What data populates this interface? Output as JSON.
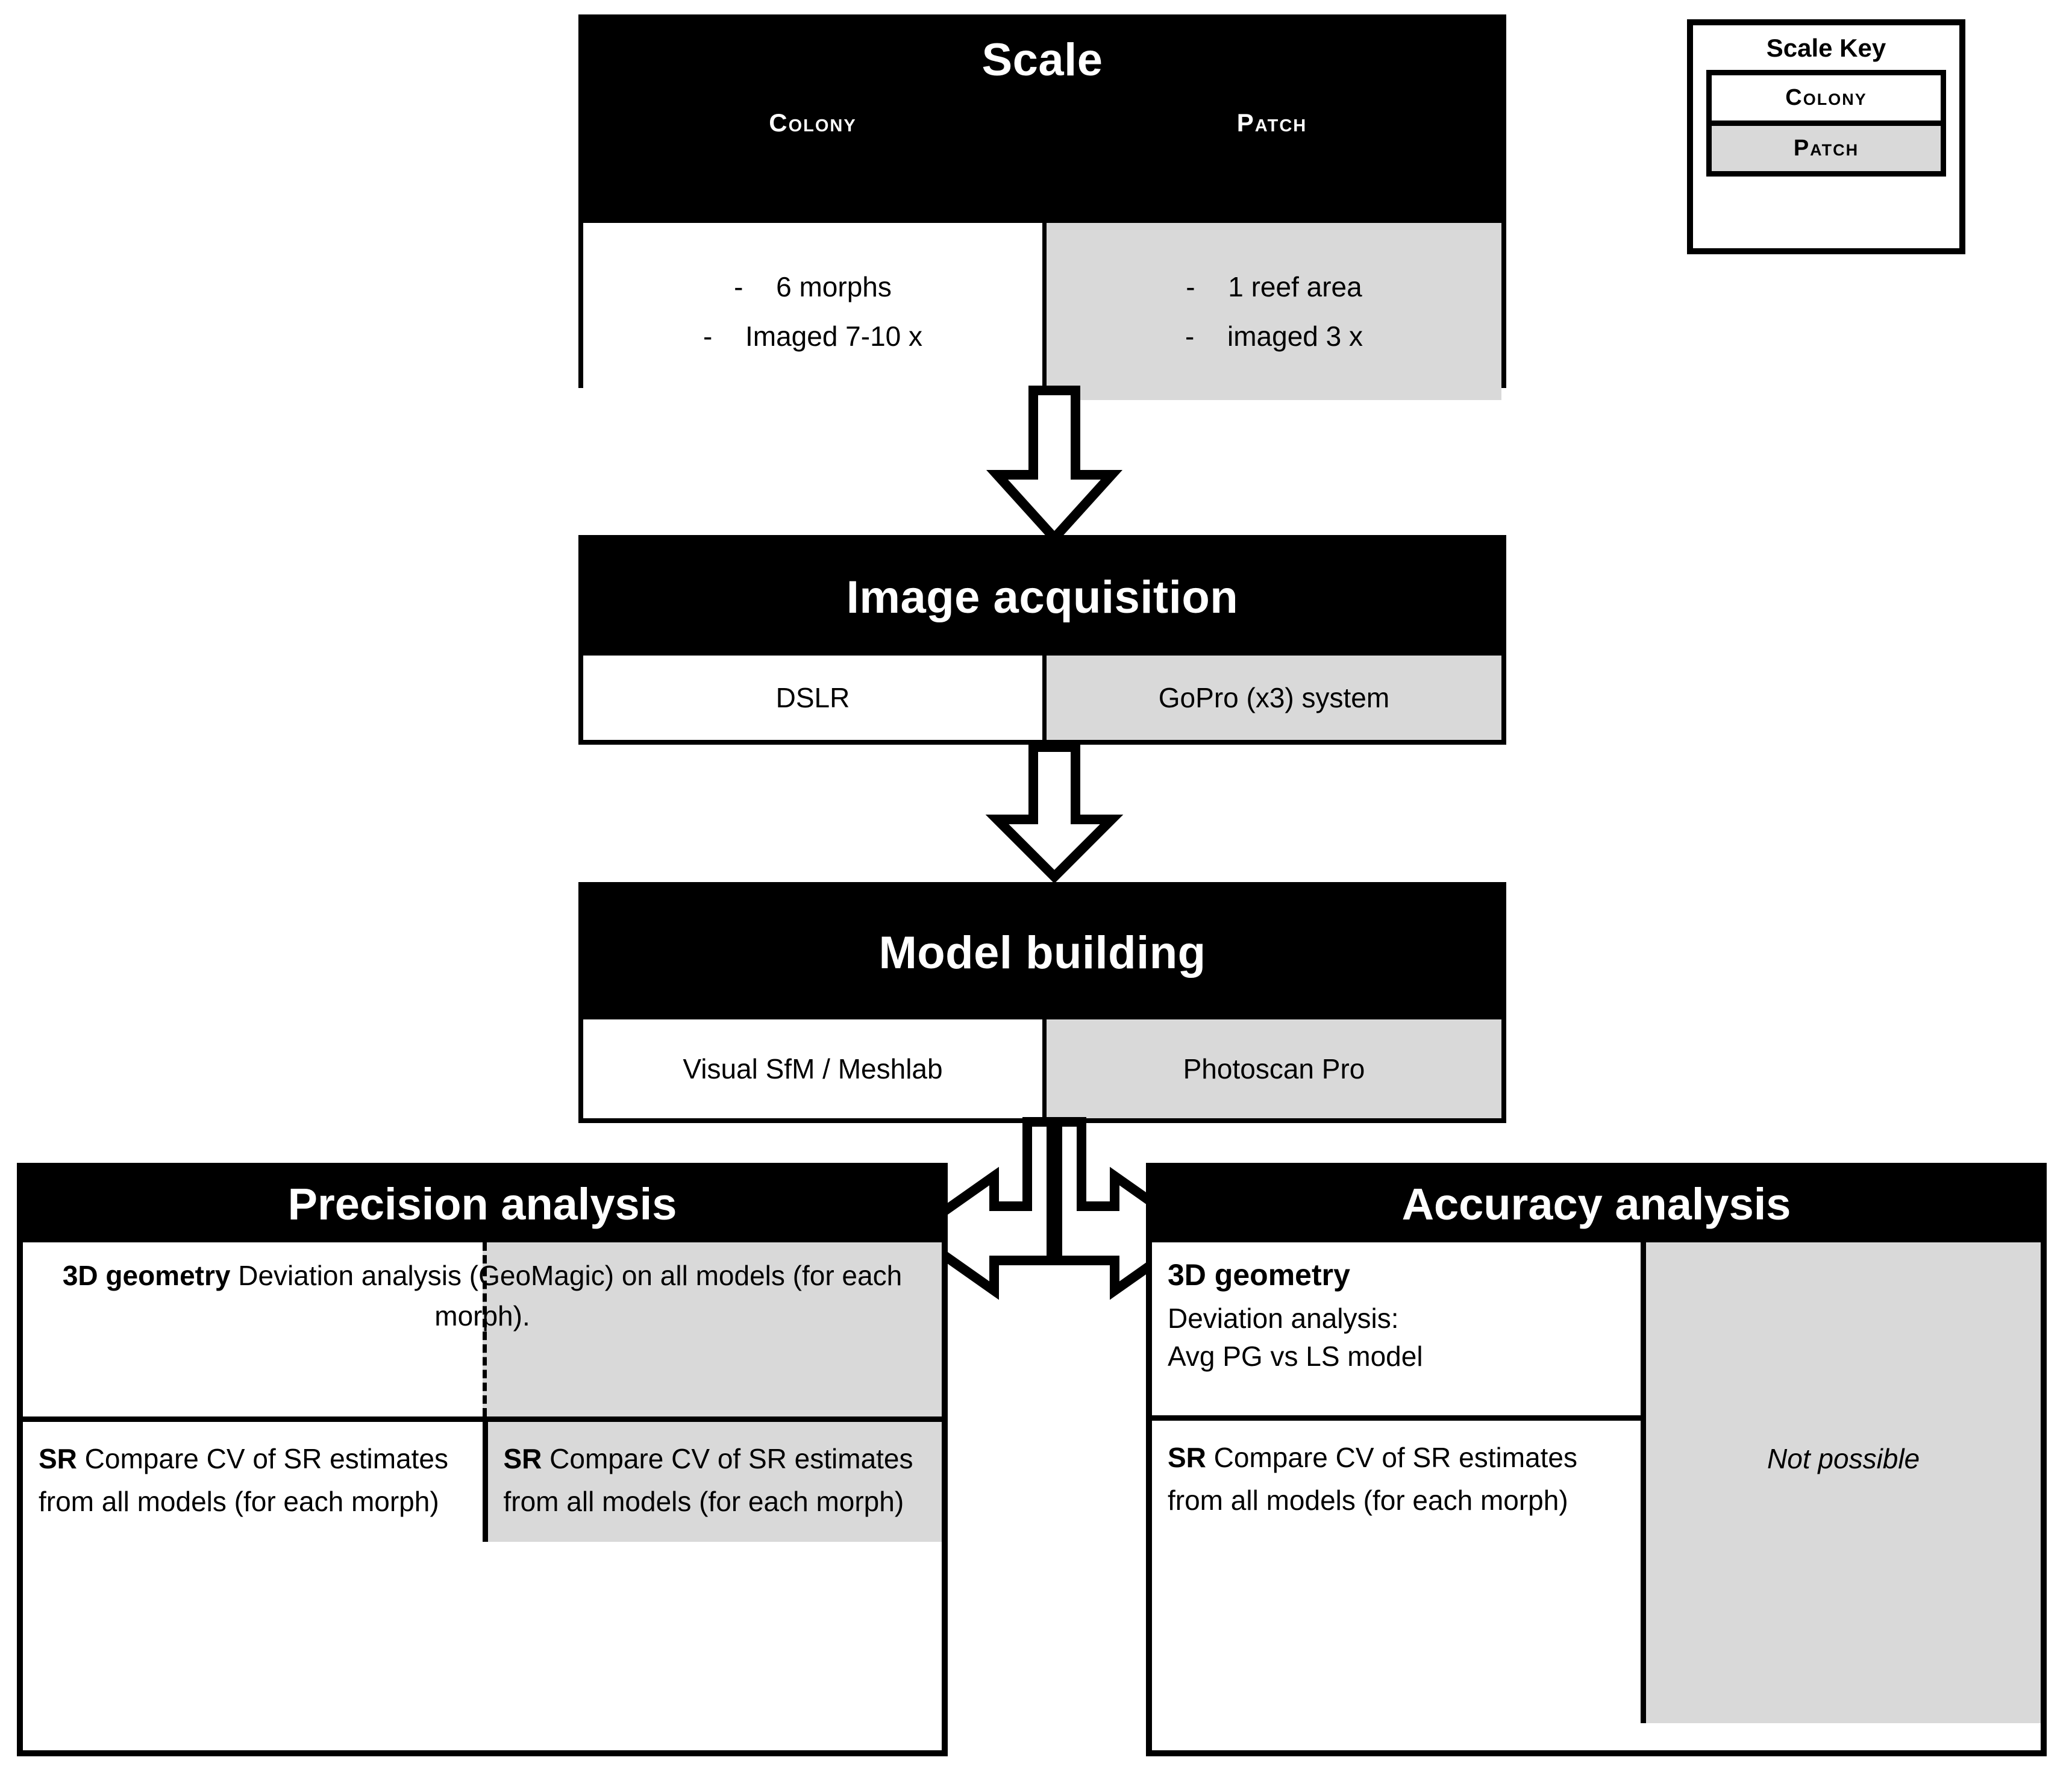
{
  "scale_key": {
    "title": "Scale Key",
    "items": [
      {
        "label": "Colony",
        "shade": "white"
      },
      {
        "label": "Patch",
        "shade": "gray"
      }
    ]
  },
  "flow": {
    "scale": {
      "title": "Scale",
      "col_headers": [
        "Colony",
        "Patch"
      ],
      "colony_bullets": [
        {
          "dash": "-",
          "text": "6 morphs"
        },
        {
          "dash": "-",
          "text": "Imaged 7-10 x"
        }
      ],
      "patch_bullets": [
        {
          "dash": "-",
          "text": "1 reef area"
        },
        {
          "dash": "-",
          "text": "imaged 3 x"
        }
      ]
    },
    "image_acquisition": {
      "title": "Image acquisition",
      "colony_value": "DSLR",
      "patch_value": "GoPro (x3) system"
    },
    "model_building": {
      "title": "Model building",
      "colony_value": "Visual SfM / Meshlab",
      "patch_value": "Photoscan Pro"
    }
  },
  "precision_analysis": {
    "title": "Precision analysis",
    "geometry": {
      "label": "3D geometry",
      "text": " Deviation analysis (GeoMagic) on all models (for each morph)."
    },
    "sr_colony": {
      "label": "SR",
      "text": " Compare CV of SR estimates from all models (for each morph)"
    },
    "sr_patch": {
      "label": "SR",
      "text": " Compare CV of SR estimates from all models (for each morph)"
    }
  },
  "accuracy_analysis": {
    "title": "Accuracy analysis",
    "geometry": {
      "label": "3D geometry",
      "line1": "Deviation analysis:",
      "line2": "Avg PG vs LS model"
    },
    "sr_colony": {
      "label": "SR",
      "text": " Compare CV of SR estimates from all models (for each morph)"
    },
    "patch_note": "Not possible"
  },
  "colors": {
    "ink": "#000000",
    "paper": "#ffffff",
    "patch_shade": "#d9d9d9"
  }
}
